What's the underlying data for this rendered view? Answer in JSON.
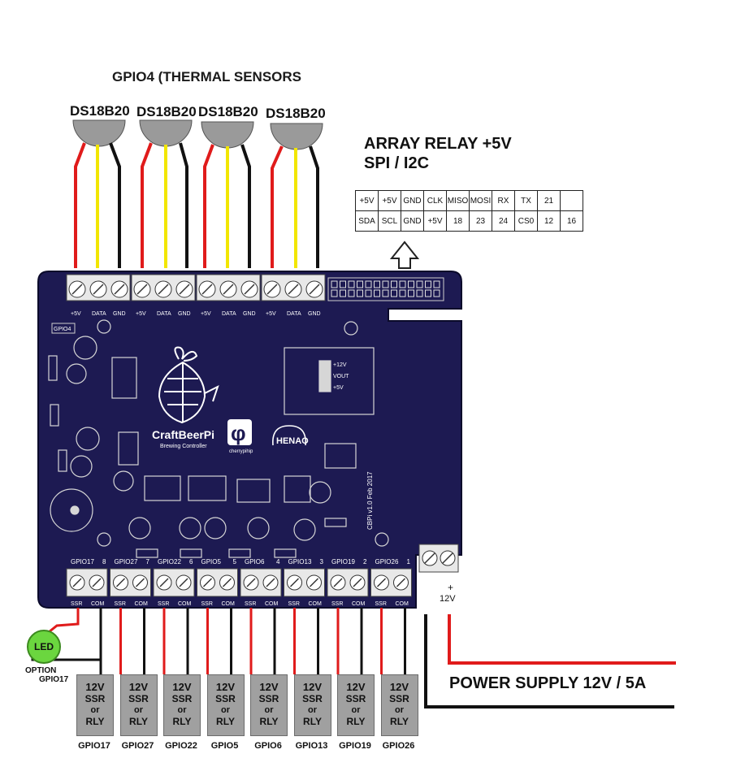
{
  "sensors": {
    "heading": "GPIO4 (THERMAL SENSORS",
    "labels": [
      "DS18B20",
      "DS18B20",
      "DS18B20",
      "DS18B20"
    ],
    "pin_labels": [
      "+5V",
      "DATA",
      "GND"
    ]
  },
  "relay": {
    "title_line1": "ARRAY RELAY +5V",
    "title_line2": "SPI / I2C",
    "row1": [
      "+5V",
      "+5V",
      "GND",
      "CLK",
      "MISO",
      "MOSI",
      "RX",
      "TX",
      "21",
      ""
    ],
    "row2": [
      "SDA",
      "SCL",
      "GND",
      "+5V",
      "18",
      "23",
      "24",
      "CS0",
      "12",
      "16"
    ]
  },
  "board": {
    "brand": "CraftBeerPi",
    "brand_sub": "Brewing Controller",
    "logo2": "cherrypihip",
    "logo3": "HENAO",
    "version": "CBPi v1.0 Feb 2017",
    "gpio_marker": "GPIO4",
    "supply_label": "12V",
    "jumper_labels": [
      "+12V",
      "VOUT",
      "+5V"
    ],
    "output_gpios": [
      "GPIO17",
      "GPIO27",
      "GPIO22",
      "GPIO5",
      "GPIO6",
      "GPIO13",
      "GPIO19",
      "GPIO26"
    ],
    "output_numbers": [
      "8",
      "7",
      "6",
      "5",
      "4",
      "3",
      "2",
      "1"
    ],
    "terminal_labels": [
      "SSR",
      "COM"
    ]
  },
  "led": {
    "label": "LED",
    "option_line1": "OPTION",
    "option_line2": "GPIO17"
  },
  "outputs": {
    "box_lines": [
      "12V",
      "SSR",
      "or",
      "RLY"
    ],
    "labels": [
      "GPIO17",
      "GPIO27",
      "GPIO22",
      "GPIO5",
      "GPIO6",
      "GPIO13",
      "GPIO19",
      "GPIO26"
    ]
  },
  "power": {
    "label": "POWER SUPPLY 12V / 5A"
  },
  "colors": {
    "pcb": "#1d1a52",
    "wire_red": "#e01b1b",
    "wire_yellow": "#f2e600",
    "wire_black": "#111111",
    "sensor_grey": "#9a9a9a",
    "led_green": "#6bd63f",
    "box_grey": "#a0a0a0"
  }
}
